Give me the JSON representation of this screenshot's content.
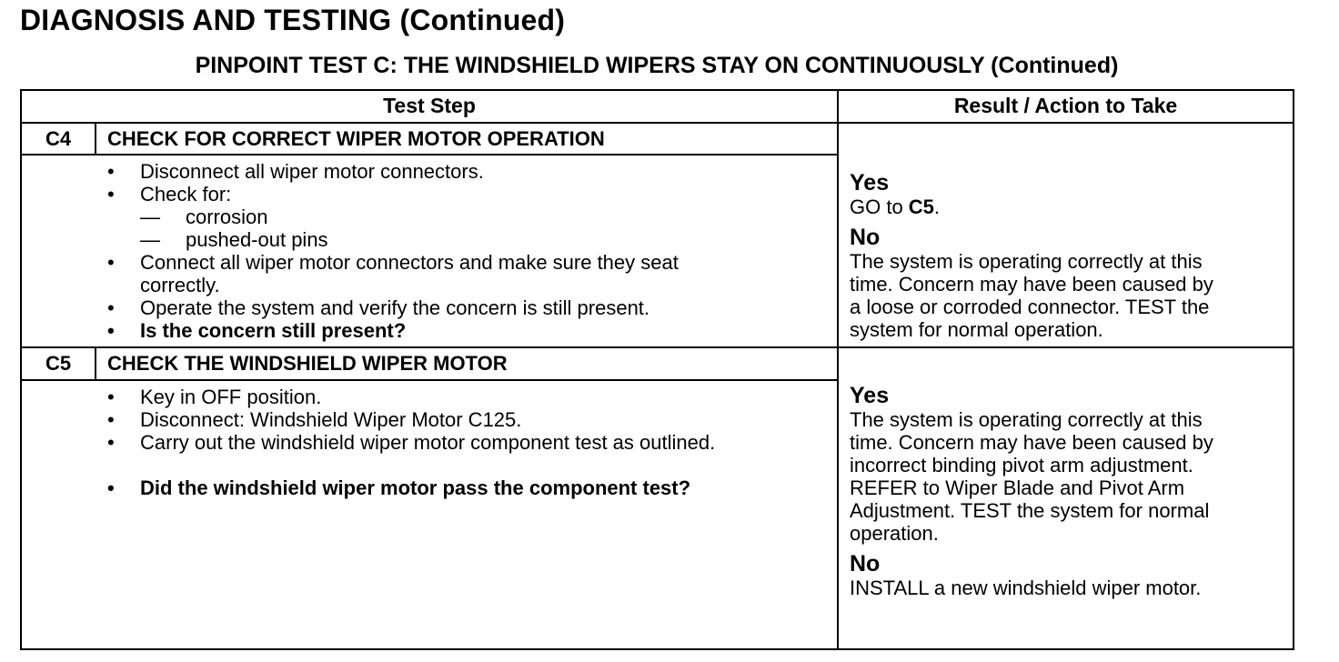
{
  "header": {
    "title": "DIAGNOSIS AND TESTING (Continued)",
    "subtitle": "PINPOINT TEST C: THE WINDSHIELD WIPERS STAY ON CONTINUOUSLY (Continued)"
  },
  "table": {
    "col_test_step": "Test Step",
    "col_result": "Result / Action to Take",
    "rows": [
      {
        "id": "C4",
        "title": "CHECK FOR CORRECT WIPER MOTOR OPERATION",
        "steps": [
          "Disconnect all wiper motor connectors.",
          "Check for:",
          "corrosion",
          "pushed-out pins",
          "Connect all wiper motor connectors and make sure they seat",
          "correctly.",
          "Operate the system and verify the concern is still present.",
          "Is the concern still present?"
        ],
        "result": {
          "yes_label": "Yes",
          "yes_prefix": "GO to ",
          "yes_target": "C5",
          "yes_suffix": ".",
          "no_label": "No",
          "no_lines": [
            "The system is operating correctly at this",
            "time. Concern may have been caused by",
            "a loose or corroded connector. TEST the",
            "system for normal operation."
          ]
        }
      },
      {
        "id": "C5",
        "title": "CHECK THE WINDSHIELD WIPER MOTOR",
        "steps": [
          "Key in OFF position.",
          "Disconnect: Windshield Wiper Motor C125.",
          "Carry out the windshield wiper motor component test as outlined.",
          "Did the windshield wiper motor pass the component test?"
        ],
        "result": {
          "yes_label": "Yes",
          "yes_lines": [
            "The system is operating correctly at this",
            "time. Concern may have been caused by",
            "incorrect binding pivot arm adjustment.",
            "REFER to Wiper Blade and Pivot Arm",
            "Adjustment. TEST the system for  normal",
            "operation."
          ],
          "no_label": "No",
          "no_lines": [
            "INSTALL a new windshield wiper motor."
          ]
        }
      }
    ]
  }
}
